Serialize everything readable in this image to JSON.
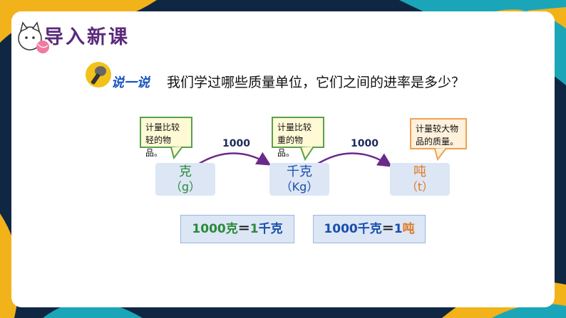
{
  "header": {
    "title": "导入新课"
  },
  "prompt": {
    "label": "说一说",
    "question": "我们学过哪些质量单位，它们之间的进率是多少？"
  },
  "callouts": [
    {
      "text": "计量比较轻的物品。"
    },
    {
      "text": "计量比较重的物品。"
    },
    {
      "text": "计量较大物品的质量。"
    }
  ],
  "units": [
    {
      "name": "克",
      "abbr": "（g）",
      "color": "#2a8a3a"
    },
    {
      "name": "千克",
      "abbr": "（Kg）",
      "color": "#1a4faa"
    },
    {
      "name": "吨",
      "abbr": "（t）",
      "color": "#e07a20"
    }
  ],
  "arrows": [
    {
      "label": "1000"
    },
    {
      "label": "1000"
    }
  ],
  "equations": [
    {
      "left": "1000克",
      "eq": "＝",
      "num": "1",
      "unit": "千克"
    },
    {
      "left": "1000千克",
      "eq": "＝",
      "num": "1",
      "unit": "吨"
    }
  ],
  "colors": {
    "purple": "#5a2a7a",
    "green": "#2a8a3a",
    "blue": "#1a4faa",
    "orange": "#e07a20"
  }
}
